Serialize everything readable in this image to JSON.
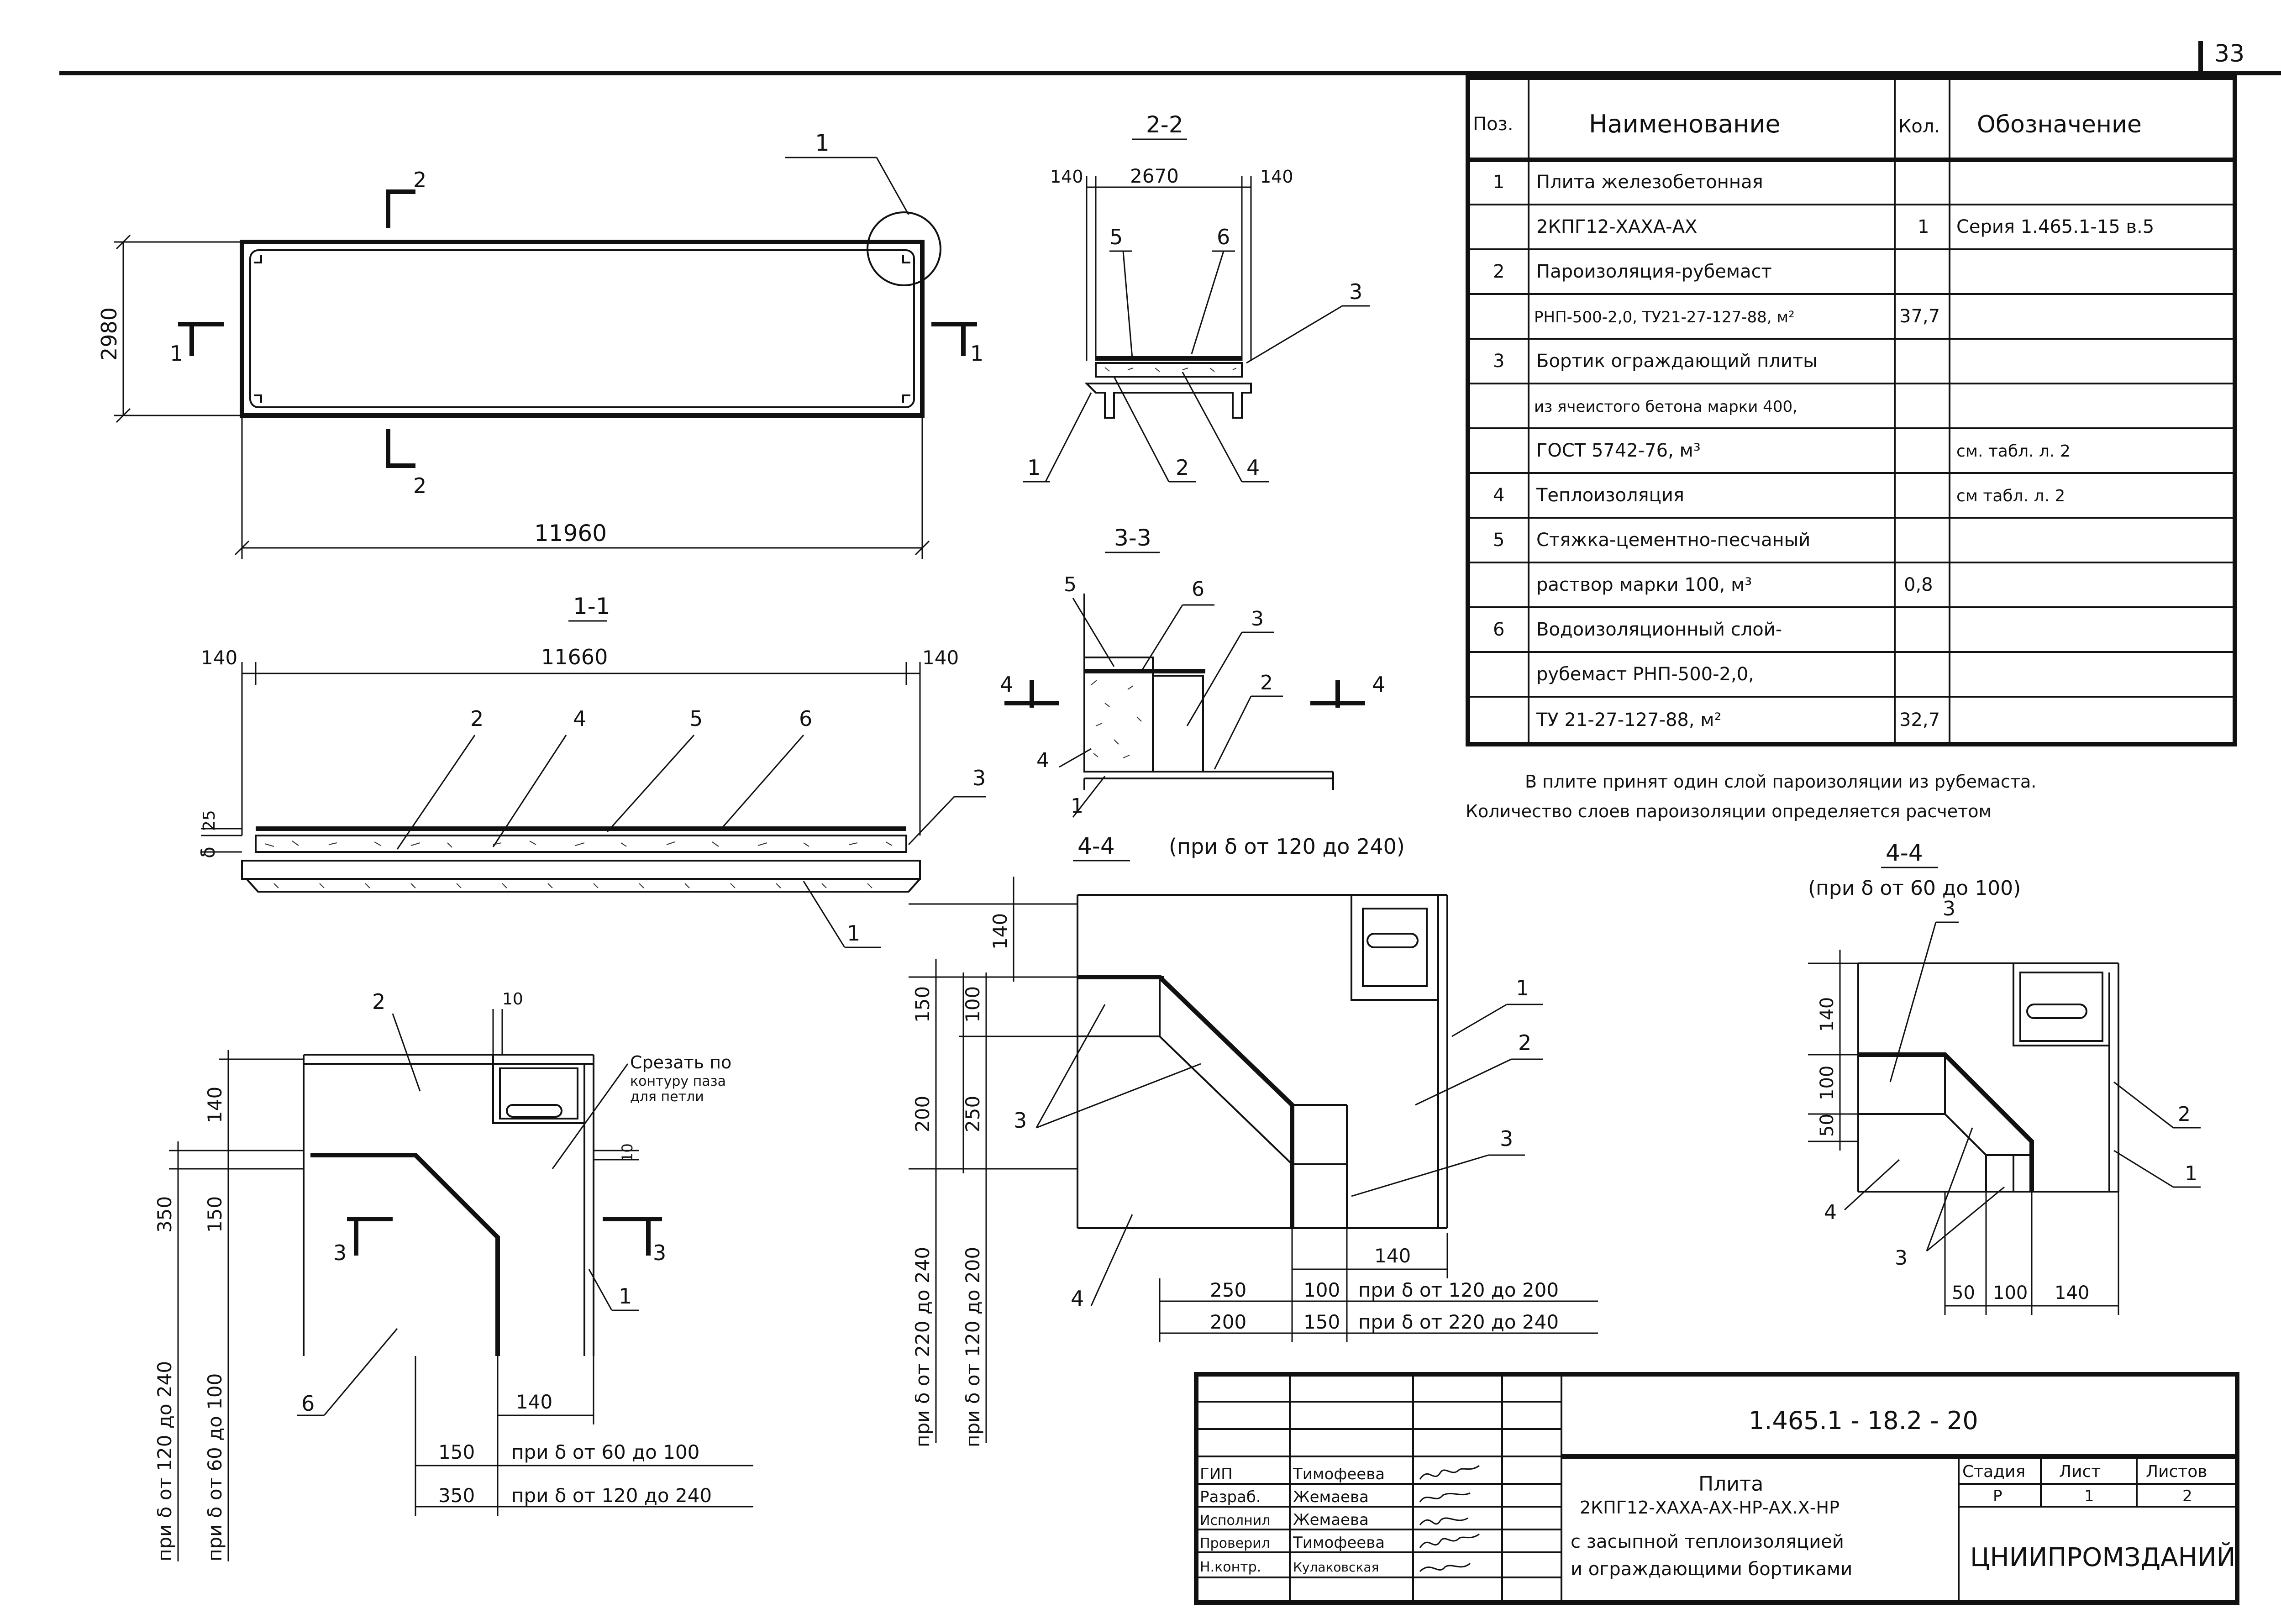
{
  "sheet": {
    "corner_number": "33",
    "code": "1.465.1 - 18.2 - 20",
    "title_lines": [
      "Плита",
      "2КПГ12-ХАХА-АХ-НР-АХ.Х-НР",
      "с засыпной теплоизоляцией",
      "и ограждающими бортиками"
    ],
    "organization": "ЦНИИПРОМЗДАНИЙ",
    "stage_header": "Стадия",
    "sheet_header": "Лист",
    "sheets_header": "Листов",
    "stage": "Р",
    "sheet_no": "1",
    "sheets_total": "2",
    "roles": [
      {
        "role": "ГИП",
        "name": "Тимофеева"
      },
      {
        "role": "Разраб.",
        "name": "Жемаева"
      },
      {
        "role": "Исполнил",
        "name": "Жемаева"
      },
      {
        "role": "Проверил",
        "name": "Тимофеева"
      },
      {
        "role": "Н.контр.",
        "name": "Кулаковская"
      }
    ]
  },
  "spec": {
    "headers": {
      "pos": "Поз.",
      "name": "Наименование",
      "qty": "Кол.",
      "designation": "Обозначение"
    },
    "rows": [
      {
        "pos": "1",
        "name": "Плита железобетонная",
        "qty": "",
        "designation": ""
      },
      {
        "pos": "",
        "name": "2КПГ12-ХАХА-АХ",
        "qty": "1",
        "designation": "Серия 1.465.1-15 в.5"
      },
      {
        "pos": "2",
        "name": "Пароизоляция-рубемаст",
        "qty": "",
        "designation": ""
      },
      {
        "pos": "",
        "name": "РНП-500-2,0, ТУ21-27-127-88,   м²",
        "qty": "37,7",
        "designation": ""
      },
      {
        "pos": "3",
        "name": "Бортик ограждающий плиты",
        "qty": "",
        "designation": ""
      },
      {
        "pos": "",
        "name": "из ячеистого бетона марки 400,",
        "qty": "",
        "designation": ""
      },
      {
        "pos": "",
        "name": "ГОСТ 5742-76,            м³",
        "qty": "",
        "designation": "см. табл. л. 2"
      },
      {
        "pos": "4",
        "name": "Теплоизоляция",
        "qty": "",
        "designation": "см табл. л. 2"
      },
      {
        "pos": "5",
        "name": "Стяжка-цементно-песчаный",
        "qty": "",
        "designation": ""
      },
      {
        "pos": "",
        "name": "раствор марки 100,      м³",
        "qty": "0,8",
        "designation": ""
      },
      {
        "pos": "6",
        "name": "Водоизоляционный слой-",
        "qty": "",
        "designation": ""
      },
      {
        "pos": "",
        "name": "рубемаст РНП-500-2,0,",
        "qty": "",
        "designation": ""
      },
      {
        "pos": "",
        "name": "ТУ 21-27-127-88,          м²",
        "qty": "32,7",
        "designation": ""
      }
    ]
  },
  "note": {
    "line1": "В плите принят один слой пароизоляции из рубемаста.",
    "line2": "Количество слоев пароизоляции определяется расчетом"
  },
  "plan": {
    "width": "11960",
    "height": "2980",
    "callout": "1",
    "cut2": "2",
    "cut1": "1"
  },
  "section22": {
    "title": "2-2",
    "dim_left": "140",
    "dim_mid": "2670",
    "dim_right": "140",
    "labels": [
      "5",
      "6",
      "3",
      "1",
      "2",
      "4"
    ]
  },
  "section11": {
    "title": "1-1",
    "dim_left": "140",
    "dim_mid": "11660",
    "dim_right": "140",
    "dim_layer": "25",
    "delta": "δ",
    "labels": [
      "2",
      "4",
      "5",
      "6",
      "3",
      "1"
    ]
  },
  "section33": {
    "title": "3-3",
    "cut": "4",
    "labels": [
      "5",
      "6",
      "3",
      "2",
      "4",
      "1"
    ]
  },
  "section44a": {
    "title": "4-4",
    "subtitle": "(при δ от 120 до 240)",
    "dims_left": [
      "140",
      "150",
      "100",
      "200",
      "250"
    ],
    "vert_label_1": "при δ от 220 до 240",
    "vert_label_2": "при δ от 120 до 200",
    "labels": [
      "1",
      "2",
      "3",
      "3",
      "4"
    ],
    "dim_140": "140",
    "row1": {
      "a": "250",
      "b": "100",
      "text": "при δ от 120 до 200"
    },
    "row2": {
      "a": "200",
      "b": "150",
      "text": "при δ от 220 до 240"
    }
  },
  "section44b": {
    "title": "4-4",
    "subtitle": "(при δ от 60 до 100)",
    "dims_left": [
      "140",
      "100",
      "50"
    ],
    "dims_bottom": [
      "50",
      "100",
      "140"
    ],
    "labels": [
      "3",
      "2",
      "1",
      "4",
      "3"
    ]
  },
  "detail": {
    "labels": [
      "2",
      "1",
      "6",
      "3",
      "3"
    ],
    "dim_10a": "10",
    "dim_10b": "10",
    "note_lines": [
      "Срезать по",
      "контуру паза",
      "для петли"
    ],
    "dims_left": [
      "140",
      "350",
      "150"
    ],
    "vert_label_1": "при δ от 120 до 240",
    "vert_label_2": "при δ от 60 до 100",
    "dim_140": "140",
    "row1": {
      "a": "150",
      "text": "при δ от 60 до 100"
    },
    "row2": {
      "a": "350",
      "text": "при δ от 120 до 240"
    }
  }
}
